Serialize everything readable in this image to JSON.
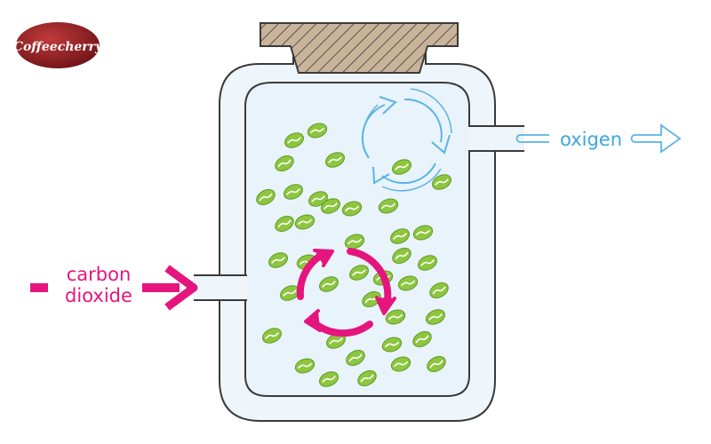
{
  "logo": {
    "text": "Coffeecherry"
  },
  "labels": {
    "output_gas": "oxigen",
    "input_gas_line1": "carbon",
    "input_gas_line2": "dioxide"
  },
  "colors": {
    "magenta": "#e5157e",
    "blue": "#5ab4e5",
    "bean": "#8dc63f",
    "bean_dark": "#5f9a24",
    "jar_fill": "#eef6fc",
    "lid": "#c9b49a",
    "logo": "#8e1e22"
  }
}
